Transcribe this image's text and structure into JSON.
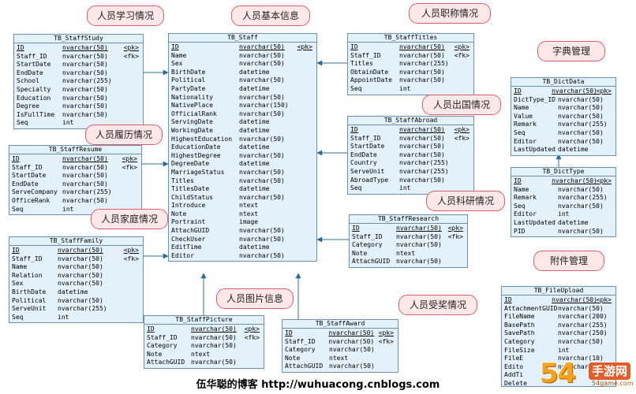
{
  "tables": {
    "study": {
      "title": "TB_StaffStudy",
      "rows": [
        [
          "ID",
          "nvarchar(50)",
          "<pk>"
        ],
        [
          "Staff_ID",
          "nvarchar(50)",
          "<fk>"
        ],
        [
          "StartDate",
          "nvarchar(50)",
          ""
        ],
        [
          "EndDate",
          "nvarchar(50)",
          ""
        ],
        [
          "School",
          "nvarchar(255)",
          ""
        ],
        [
          "Specialty",
          "nvarchar(50)",
          ""
        ],
        [
          "Education",
          "nvarchar(50)",
          ""
        ],
        [
          "Degree",
          "nvarchar(50)",
          ""
        ],
        [
          "IsFullTime",
          "nvarchar(50)",
          ""
        ],
        [
          "Seq",
          "int",
          ""
        ]
      ]
    },
    "staff": {
      "title": "TB_Staff",
      "rows": [
        [
          "ID",
          "nvarchar(50)",
          "<pk>"
        ],
        [
          "Name",
          "nvarchar(50)",
          ""
        ],
        [
          "Sex",
          "nvarchar(50)",
          ""
        ],
        [
          "BirthDate",
          "datetime",
          ""
        ],
        [
          "Political",
          "nvarchar(50)",
          ""
        ],
        [
          "PartyDate",
          "datetime",
          ""
        ],
        [
          "Nationality",
          "nvarchar(50)",
          ""
        ],
        [
          "NativePlace",
          "nvarchar(150)",
          ""
        ],
        [
          "OfficialRank",
          "nvarchar(50)",
          ""
        ],
        [
          "ServingDate",
          "datetime",
          ""
        ],
        [
          "WorkingDate",
          "datetime",
          ""
        ],
        [
          "HighestEducation",
          "nvarchar(50)",
          ""
        ],
        [
          "EducationDate",
          "datetime",
          ""
        ],
        [
          "HighestDegree",
          "nvarchar(50)",
          ""
        ],
        [
          "DegreeDate",
          "datetime",
          ""
        ],
        [
          "MarriageStatus",
          "nvarchar(50)",
          ""
        ],
        [
          "Titles",
          "nvarchar(50)",
          ""
        ],
        [
          "TitlesDate",
          "datetime",
          ""
        ],
        [
          "ChildStatus",
          "nvarchar(50)",
          ""
        ],
        [
          "Introduce",
          "ntext",
          ""
        ],
        [
          "Note",
          "ntext",
          ""
        ],
        [
          "Portraint",
          "image",
          ""
        ],
        [
          "AttachGUID",
          "nvarchar(50)",
          ""
        ],
        [
          "CheckUser",
          "nvarchar(50)",
          ""
        ],
        [
          "EditTime",
          "datetime",
          ""
        ],
        [
          "Editor",
          "nvarchar(50)",
          ""
        ]
      ]
    },
    "titles": {
      "title": "TB_StaffTitles",
      "rows": [
        [
          "ID",
          "nvarchar(50)",
          "<pk>"
        ],
        [
          "Staff_ID",
          "nvarchar(50)",
          "<fk>"
        ],
        [
          "Titles",
          "nvarchar(255)",
          ""
        ],
        [
          "ObtainDate",
          "nvarchar(50)",
          ""
        ],
        [
          "AppointDate",
          "nvarchar(50)",
          ""
        ],
        [
          "Seq",
          "int",
          ""
        ]
      ]
    },
    "dictdata": {
      "title": "TB_DictData",
      "rows": [
        [
          "ID",
          "nvarchar(50)",
          "<pk>"
        ],
        [
          "DictType_ID",
          "nvarchar(50)",
          ""
        ],
        [
          "Name",
          "nvarchar(50)",
          ""
        ],
        [
          "Value",
          "nvarchar(50)",
          ""
        ],
        [
          "Remark",
          "nvarchar(255)",
          ""
        ],
        [
          "Seq",
          "nvarchar(50)",
          ""
        ],
        [
          "Editor",
          "nvarchar(50)",
          ""
        ],
        [
          "LastUpdated",
          "datetime",
          ""
        ]
      ]
    },
    "resume": {
      "title": "TB_StaffResume",
      "rows": [
        [
          "ID",
          "nvarchar(50)",
          "<pk>"
        ],
        [
          "Staff_ID",
          "nvarchar(50)",
          "<fk>"
        ],
        [
          "StartDate",
          "nvarchar(50)",
          ""
        ],
        [
          "EndDate",
          "nvarchar(50)",
          ""
        ],
        [
          "ServeCompany",
          "nvarchar(255)",
          ""
        ],
        [
          "OfficeRank",
          "nvarchar(50)",
          ""
        ],
        [
          "Seq",
          "int",
          ""
        ]
      ]
    },
    "abroad": {
      "title": "TB_StaffAbroad",
      "rows": [
        [
          "ID",
          "nvarchar(50)",
          "<pk>"
        ],
        [
          "Staff_ID",
          "nvarchar(50)",
          "<fk>"
        ],
        [
          "StartDate",
          "nvarchar(50)",
          ""
        ],
        [
          "EndDate",
          "nvarchar(50)",
          ""
        ],
        [
          "Country",
          "nvarchar(255)",
          ""
        ],
        [
          "ServeUnit",
          "nvarchar(255)",
          ""
        ],
        [
          "AbroadType",
          "nvarchar(50)",
          ""
        ],
        [
          "Seq",
          "int",
          ""
        ]
      ]
    },
    "dicttype": {
      "title": "TB_DictType",
      "rows": [
        [
          "ID",
          "nvarchar(50)",
          "<pk>"
        ],
        [
          "Name",
          "nvarchar(50)",
          ""
        ],
        [
          "Remark",
          "nvarchar(255)",
          ""
        ],
        [
          "Seq",
          "nvarchar(50)",
          ""
        ],
        [
          "Editor",
          "int",
          ""
        ],
        [
          "LastUpdated",
          "datetime",
          ""
        ],
        [
          "PID",
          "nvarchar(50)",
          ""
        ]
      ]
    },
    "family": {
      "title": "TB_StaffFamily",
      "rows": [
        [
          "ID",
          "nvarchar(50)",
          "<pk>"
        ],
        [
          "Staff_ID",
          "nvarchar(50)",
          "<fk>"
        ],
        [
          "Name",
          "nvarchar(50)",
          ""
        ],
        [
          "Relation",
          "nvarchar(50)",
          ""
        ],
        [
          "Sex",
          "nvarchar(50)",
          ""
        ],
        [
          "BirthDate",
          "datetime",
          ""
        ],
        [
          "Political",
          "nvarchar(50)",
          ""
        ],
        [
          "ServeUnit",
          "nvarchar(255)",
          ""
        ],
        [
          "Seq",
          "int",
          ""
        ]
      ]
    },
    "research": {
      "title": "TB_StaffResearch",
      "rows": [
        [
          "ID",
          "nvarchar(50)",
          "<pk>"
        ],
        [
          "Staff_ID",
          "nvarchar(50)",
          "<fk>"
        ],
        [
          "Category",
          "nvarchar(50)",
          ""
        ],
        [
          "Note",
          "ntext",
          ""
        ],
        [
          "AttachGUID",
          "nvarchar(50)",
          ""
        ]
      ]
    },
    "picture": {
      "title": "TB_StaffPicture",
      "rows": [
        [
          "ID",
          "nvarchar(50)",
          "<pk>"
        ],
        [
          "Staff_ID",
          "nvarchar(50)",
          "<fk>"
        ],
        [
          "Category",
          "nvarchar(50)",
          ""
        ],
        [
          "Note",
          "ntext",
          ""
        ],
        [
          "AttachGUID",
          "nvarchar(50)",
          ""
        ]
      ]
    },
    "award": {
      "title": "TB_StaffAward",
      "rows": [
        [
          "ID",
          "nvarchar(50)",
          "<pk>"
        ],
        [
          "Staff_ID",
          "nvarchar(50)",
          "<fk>"
        ],
        [
          "Category",
          "nvarchar(50)",
          ""
        ],
        [
          "Note",
          "ntext",
          ""
        ],
        [
          "AttachGUID",
          "nvarchar(50)",
          ""
        ]
      ]
    },
    "fileupload": {
      "title": "TB_FileUpload",
      "rows": [
        [
          "ID",
          "nvarchar(50)",
          "<pk>"
        ],
        [
          "AttachmentGUID",
          "nvarchar(50)",
          ""
        ],
        [
          "FileName",
          "nvarchar(200)",
          ""
        ],
        [
          "BasePath",
          "nvarchar(255)",
          ""
        ],
        [
          "SavePath",
          "nvarchar(250)",
          ""
        ],
        [
          "Category",
          "nvarchar(50)",
          ""
        ],
        [
          "FileSize",
          "int",
          ""
        ],
        [
          "FileE",
          "nvarchar(10)",
          ""
        ],
        [
          "Edito",
          "nvarchar(50)",
          ""
        ],
        [
          "AddTi",
          "",
          ""
        ],
        [
          "Delete",
          "",
          ""
        ]
      ]
    }
  },
  "callouts": {
    "study": "人员学习情况",
    "staff": "人员基本信息",
    "titles": "人员职称情况",
    "dict": "字典管理",
    "abroad": "人员出国情况",
    "resume": "人员履历情况",
    "research": "人员科研情况",
    "family": "人员家庭情况",
    "attach": "附件管理",
    "picture": "人员图片信息",
    "award": "人员受奖情况"
  },
  "caption": "伍华聪的博客 http://wuhuacong.cnblogs.com",
  "watermark": {
    "number": "54",
    "text": "手游网",
    "url": "54game.com"
  },
  "colors": {
    "table_fill": "#e3f1fb",
    "table_border": "#6d8fb0",
    "connector": "#2c6e93",
    "callout_fill": "#fde7e9",
    "callout_border": "#d8606b"
  }
}
